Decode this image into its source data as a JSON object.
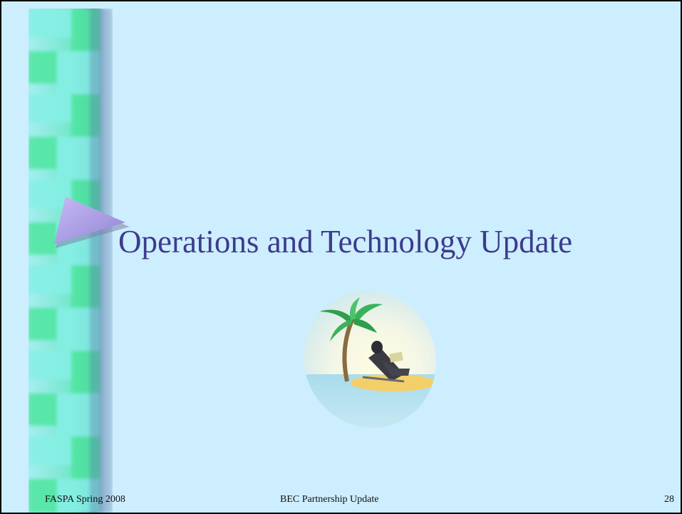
{
  "slide": {
    "title": "Operations and Technology Update",
    "footer": {
      "left": "FASPA Spring 2008",
      "center": "BEC Partnership Update",
      "page_number": "28"
    }
  },
  "colors": {
    "background": "#cdeefe",
    "title_text": "#3d3b8e",
    "strip_green": "#4fe6a0",
    "strip_cyan": "#86f0e6",
    "arrow": "#b9a9f0"
  },
  "icons": [
    "decorative-arrow-icon",
    "island-clipart"
  ]
}
